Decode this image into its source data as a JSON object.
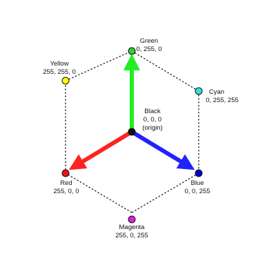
{
  "diagram": {
    "nodes": {
      "green": {
        "name": "Green",
        "value": "0, 255, 0",
        "color": "#33cc33"
      },
      "yellow": {
        "name": "Yellow",
        "value": "255, 255, 0",
        "color": "#ffff00"
      },
      "cyan": {
        "name": "Cyan",
        "value": "0, 255, 255",
        "color": "#33dddd"
      },
      "black": {
        "name": "Black",
        "value": "0, 0, 0",
        "note": "(origin)",
        "color": "#111111"
      },
      "red": {
        "name": "Red",
        "value": "255, 0, 0",
        "color": "#ee1111"
      },
      "blue": {
        "name": "Blue",
        "value": "0, 0, 255",
        "color": "#0000cc"
      },
      "magenta": {
        "name": "Magenta",
        "value": "255, 0, 255",
        "color": "#dd22dd"
      }
    },
    "axis_colors": {
      "green": "#22ee22",
      "red": "#ff2222",
      "blue": "#2222ff"
    },
    "edge_color": "#222222"
  }
}
